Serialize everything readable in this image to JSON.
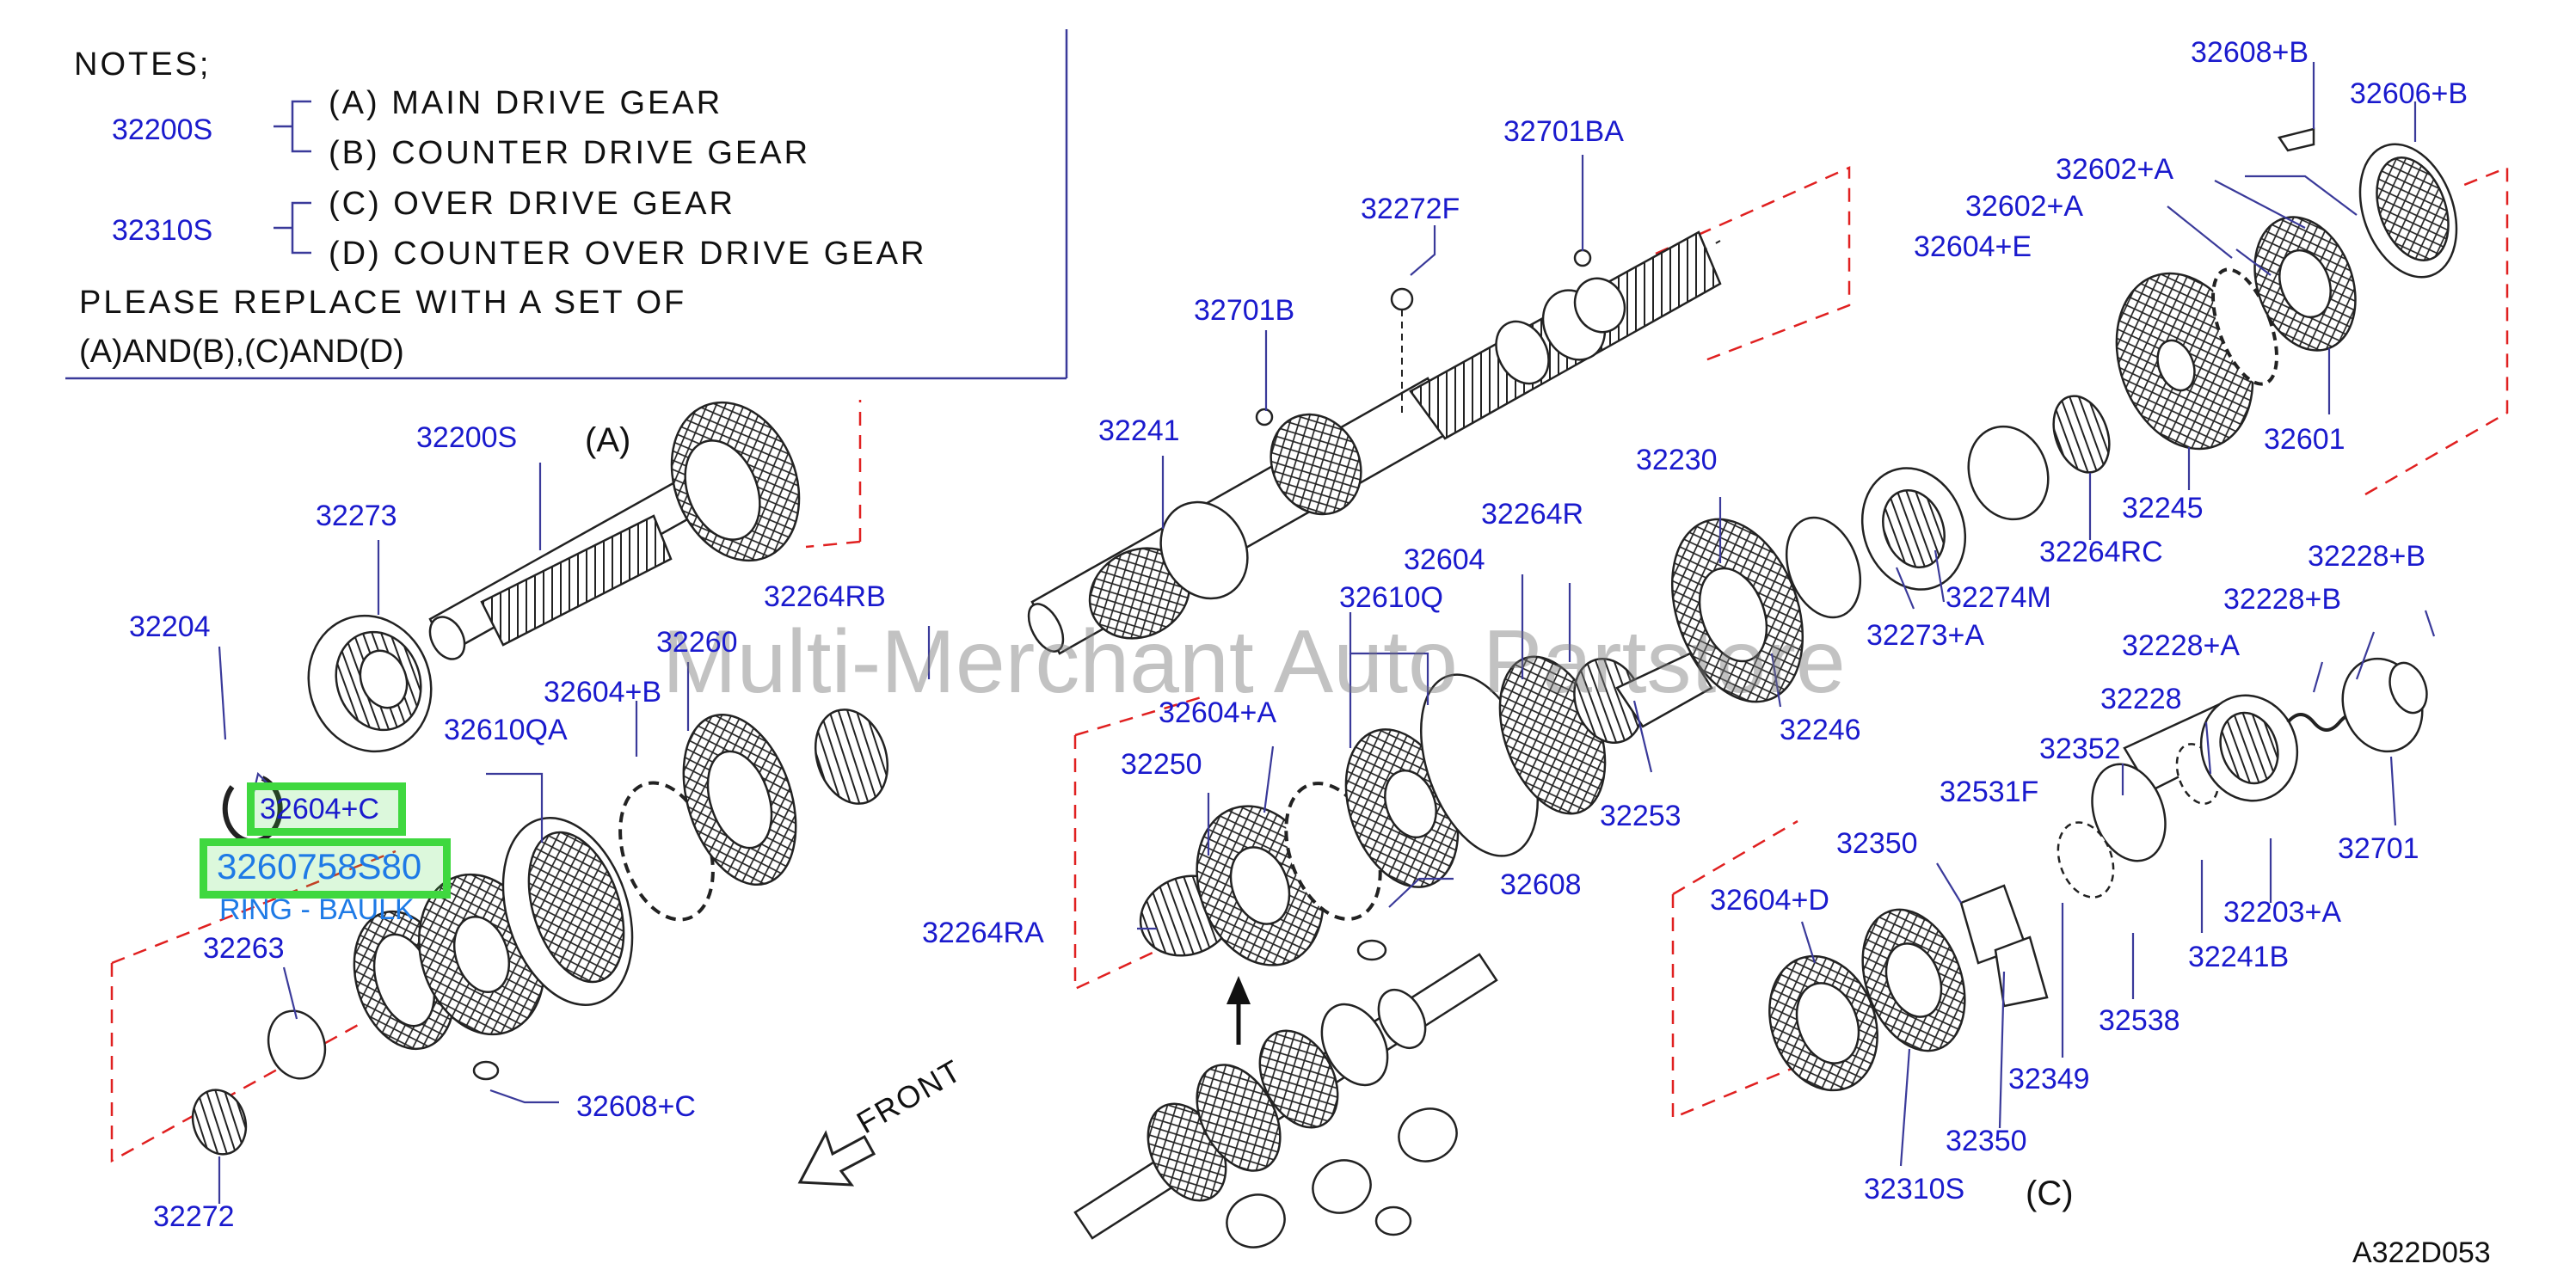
{
  "colors": {
    "part_label": "#1a1acd",
    "highlight": "#3fd83f",
    "selected_text": "#1e7ae6",
    "leader": "#3a3a9a",
    "red_dash": "#e02020",
    "ink": "#222222",
    "watermark": "#8a8a8a"
  },
  "notes": {
    "title": "NOTES;",
    "groups": [
      {
        "code": "32200S",
        "items": [
          "(A)  MAIN  DRIVE  GEAR",
          "(B)  COUNTER  DRIVE  GEAR"
        ]
      },
      {
        "code": "32310S",
        "items": [
          "(C)  OVER  DRIVE  GEAR",
          "(D)  COUNTER  OVER  DRIVE  GEAR"
        ]
      }
    ],
    "line1": "PLEASE  REPLACE  WITH  A  SET  OF",
    "line2": "(A)AND(B),(C)AND(D)"
  },
  "selected": {
    "code_label": "32604+C",
    "part_number": "3260758S80",
    "description": "RING - BAULK"
  },
  "letters": {
    "a": "(A)",
    "c": "(C)"
  },
  "front_label": "FRONT",
  "watermark": "Multi-Merchant Auto Partstore",
  "diagram_id": "A322D053",
  "icons": {
    "front_arrow": "outline-arrow-icon",
    "assembly_arrow": "up-arrow-icon"
  },
  "parts": [
    "32608+B",
    "32606+B",
    "32701BA",
    "32602+A",
    "32602+A",
    "32604+E",
    "32272F",
    "32701B",
    "32601",
    "32245",
    "32200S",
    "32241",
    "32230",
    "32264RC",
    "32273",
    "32264R",
    "32604",
    "32264RB",
    "32274M",
    "32204",
    "32610Q",
    "32273+A",
    "32228+B",
    "32260",
    "32228+B",
    "32604+B",
    "32228+A",
    "32246",
    "32604+A",
    "32228",
    "32610QA",
    "32250",
    "32352",
    "32253",
    "32531F",
    "32350",
    "32701",
    "32608",
    "32264RA",
    "32604+D",
    "32203+A",
    "32263",
    "32241B",
    "32538",
    "32349",
    "32608+C",
    "32350",
    "32272",
    "32310S"
  ]
}
